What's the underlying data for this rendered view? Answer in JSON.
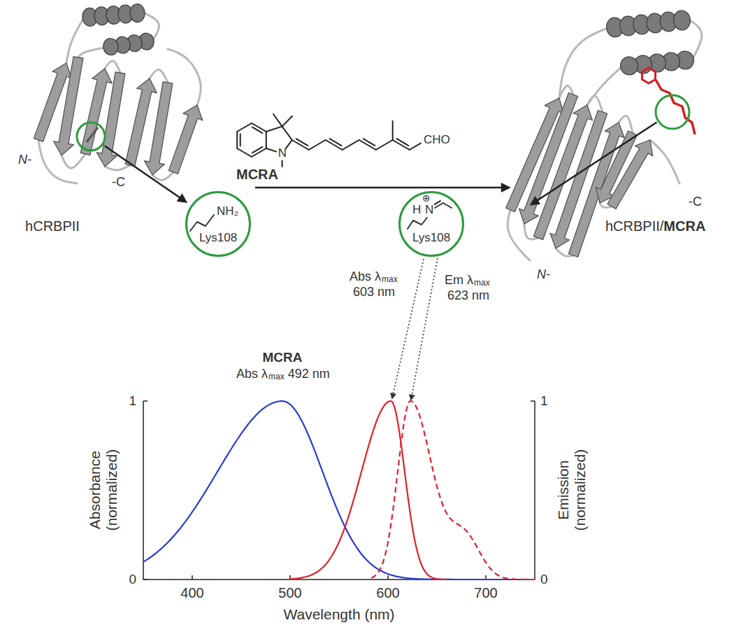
{
  "diagram": {
    "nodes": [
      {
        "text": [
          "NH₂",
          "Lys108"
        ]
      },
      {
        "text": [
          "H",
          "⊕",
          "N",
          "Lys108"
        ]
      }
    ],
    "labels": [
      "MCRA",
      "N",
      "CHO",
      "hCRBPII",
      "N-",
      "-C",
      "hCRBPII/",
      "MCRA",
      "N-",
      "-C",
      "Abs λ",
      "max",
      "603 nm",
      "Em λ",
      "max",
      "623 nm",
      "MCRA",
      "Abs λ",
      "max",
      "492 nm",
      "1",
      "0",
      "1",
      "0",
      "400",
      "500",
      "600",
      "700",
      "Wavelength (nm)",
      "Absorbance (normalized)",
      "Emission (normalized)"
    ]
  }
}
